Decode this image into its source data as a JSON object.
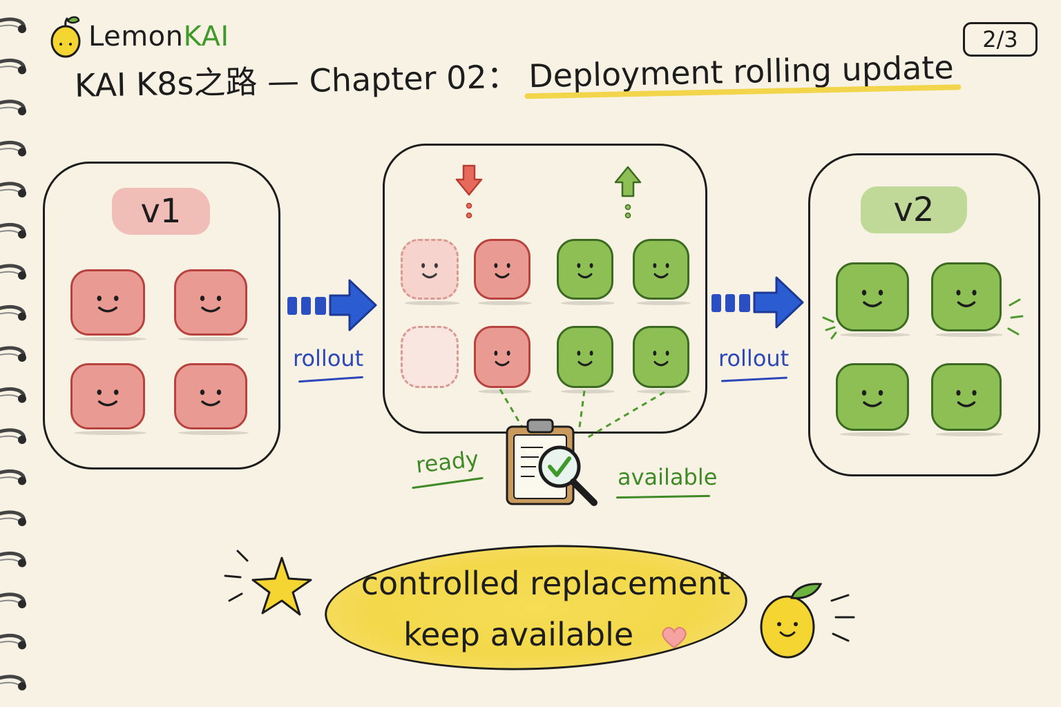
{
  "brand": {
    "part1": "Lemon",
    "part2": "KAI"
  },
  "page_indicator": "2/3",
  "title": {
    "prefix": "KAI K8s之路 — Chapter 02：",
    "highlight": "Deployment rolling update"
  },
  "left_panel": {
    "label": "v1"
  },
  "right_panel": {
    "label": "v2"
  },
  "arrow_labels": {
    "left": "rollout",
    "right": "rollout"
  },
  "check_labels": {
    "left": "ready",
    "right": "available"
  },
  "callout": {
    "line1": "controlled replacement",
    "line2": "keep available"
  },
  "colors": {
    "v1_pod": "#e99a93",
    "v2_pod": "#8dbf55",
    "arrow": "#2b4fc0",
    "highlight": "#f1d23a",
    "callout_fill": "#f3d84a"
  },
  "icons": [
    "lemon-icon",
    "down-arrow-icon",
    "up-arrow-icon",
    "clipboard-magnifier-icon",
    "star-icon",
    "heart-icon",
    "lemon-mascot-icon"
  ]
}
